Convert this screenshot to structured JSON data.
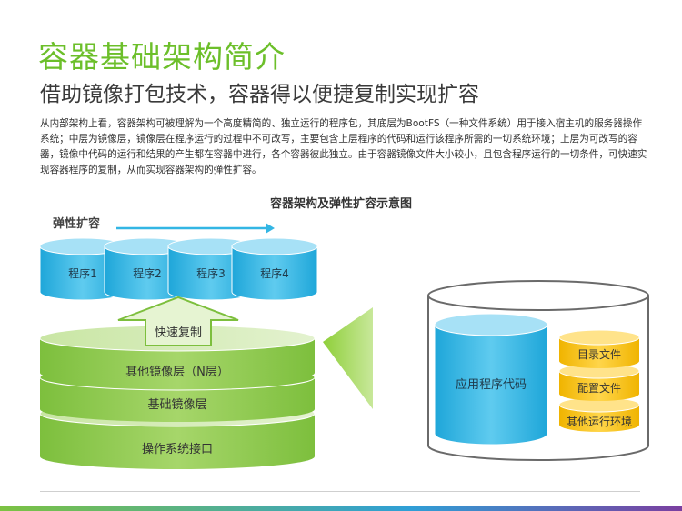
{
  "header": {
    "title": "容器基础架构简介",
    "subtitle": "借助镜像打包技术，容器得以便捷复制实现扩容"
  },
  "description": "从内部架构上看，容器架构可被理解为一个高度精简的、独立运行的程序包，其底层为BootFS（一种文件系统）用于接入宿主机的服务器操作系统；中层为镜像层，镜像层在程序运行的过程中不可改写，主要包含上层程序的代码和运行该程序所需的一切系统环境；上层为可改写的容器，镜像中代码的运行和结果的产生都在容器中进行，各个容器彼此独立。由于容器镜像文件大小较小，且包含程序运行的一切条件，可快速实现容器程序的复制，从而实现容器架构的弹性扩容。",
  "figure": {
    "title": "容器架构及弹性扩容示意图",
    "scale_label": "弹性扩容",
    "programs": [
      "程序1",
      "程序2",
      "程序3",
      "程序4"
    ],
    "copy_label": "快速复制",
    "layers": {
      "other_images": "其他镜像层（N层）",
      "base_image": "基础镜像层",
      "os_interface": "操作系统接口"
    },
    "detail": {
      "app_code": "应用程序代码",
      "files": [
        "目录文件",
        "配置文件",
        "其他运行环境"
      ]
    }
  },
  "colors": {
    "title_green": "#6cbf2a",
    "program_blue": "#33b6e4",
    "layer_green": "#8cc84b",
    "file_yellow": "#f7c21e"
  }
}
